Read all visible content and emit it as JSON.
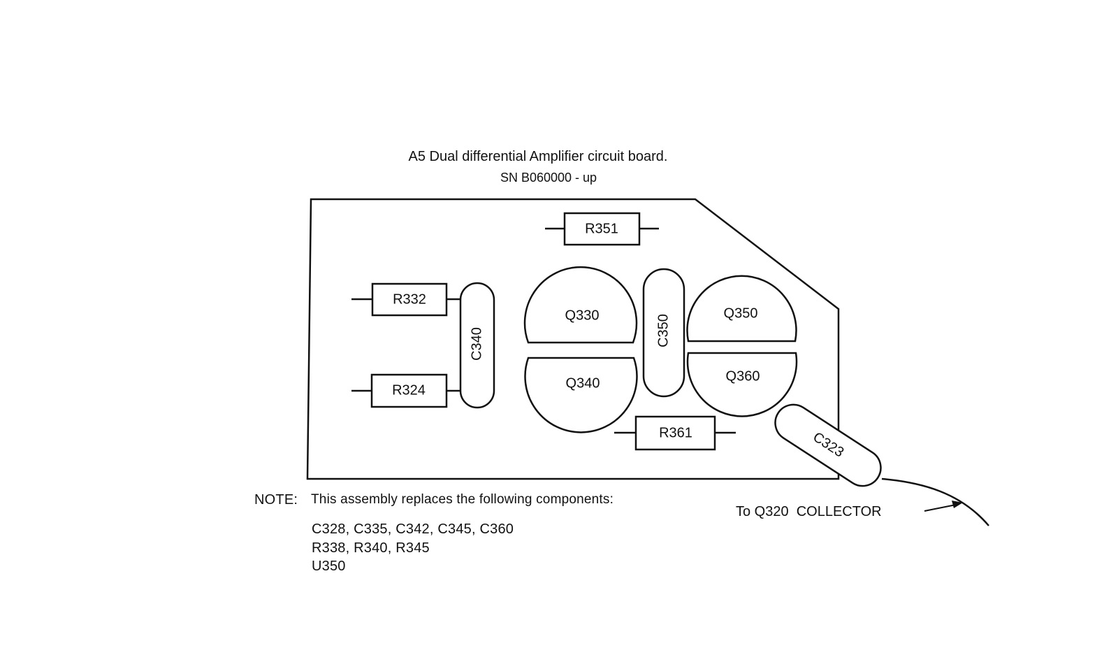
{
  "title": "A5 Dual differential Amplifier circuit board.",
  "subtitle": "SN B060000 - up",
  "components": {
    "R351": "R351",
    "R332": "R332",
    "R324": "R324",
    "C340": "C340",
    "Q330": "Q330",
    "Q340": "Q340",
    "C350": "C350",
    "Q350": "Q350",
    "Q360": "Q360",
    "R361": "R361",
    "C323": "C323"
  },
  "connection_label": "To Q320  COLLECTOR",
  "note": {
    "heading": "NOTE:",
    "text": "This assembly replaces the following components:",
    "lines": [
      "C328, C335, C342, C345, C360",
      "R338, R340, R345",
      "U350"
    ]
  }
}
